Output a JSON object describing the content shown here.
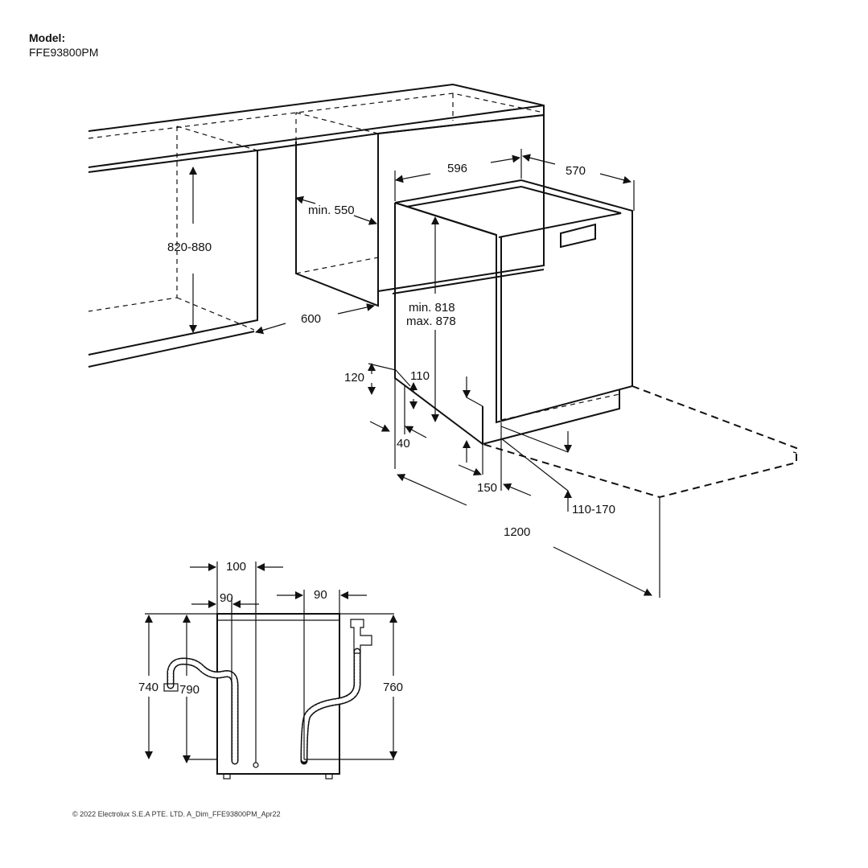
{
  "header": {
    "model_label": "Model:",
    "model_number": "FFE93800PM"
  },
  "dimensions": {
    "niche_height": "820-880",
    "niche_width_min": "min. 550",
    "niche_depth": "600",
    "appliance_width": "596",
    "appliance_depth": "570",
    "appliance_height_min": "min. 818",
    "appliance_height_max": "max. 878",
    "plinth_120": "120",
    "plinth_110": "110",
    "plinth_40": "40",
    "plinth_150": "150",
    "plinth_110_170": "110-170",
    "door_opening": "1200"
  },
  "connections": {
    "left_offset_100": "100",
    "left_offset_90": "90",
    "right_offset_90": "90",
    "height_740": "740",
    "height_790": "790",
    "height_760": "760"
  },
  "footer": {
    "copyright": "© 2022 Electrolux S.E.A PTE. LTD. A_Dim_FFE93800PM_Apr22"
  }
}
